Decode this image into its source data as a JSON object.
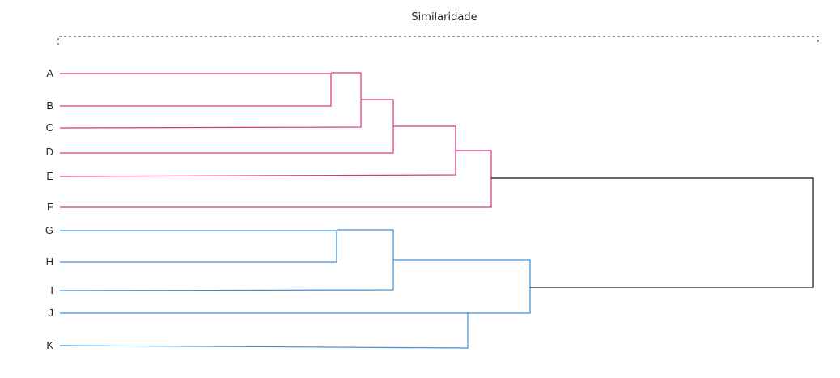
{
  "title": "Similaridade",
  "colors": {
    "cluster_1": "#d63384",
    "cluster_2": "#3a8fd9",
    "root": "#111111",
    "bracket": "#333333"
  },
  "leaves": [
    "A",
    "B",
    "C",
    "D",
    "E",
    "F",
    "G",
    "H",
    "I",
    "J",
    "K"
  ]
}
